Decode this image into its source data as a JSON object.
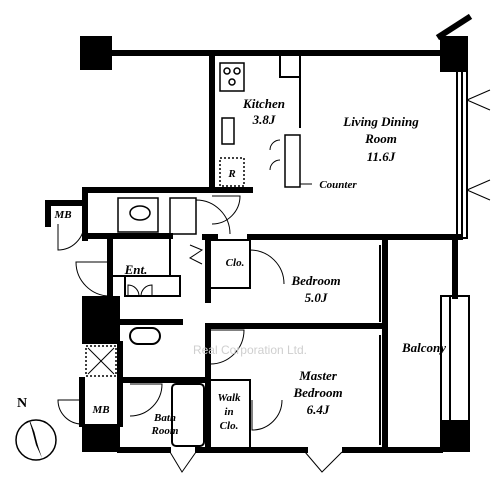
{
  "rooms": {
    "kitchen": {
      "name": "Kitchen",
      "size": "3.8J"
    },
    "living": {
      "line1": "Living Dining",
      "line2": "Room",
      "size": "11.6J"
    },
    "counter": "Counter",
    "fridge": "R",
    "mb_top": "MB",
    "entrance": "Ent.",
    "closet": "Clo.",
    "bedroom": {
      "name": "Bedroom",
      "size": "5.0J"
    },
    "balcony": "Balcony",
    "master": {
      "line1": "Master",
      "line2": "Bedroom",
      "size": "6.4J"
    },
    "mb_bottom": "MB",
    "bath": {
      "line1": "Bath",
      "line2": "Room"
    },
    "walkin": {
      "line1": "Walk",
      "line2": "in",
      "line3": "Clo."
    }
  },
  "watermark": "Real Corporation Ltd.",
  "compass": {
    "letter": "N"
  }
}
